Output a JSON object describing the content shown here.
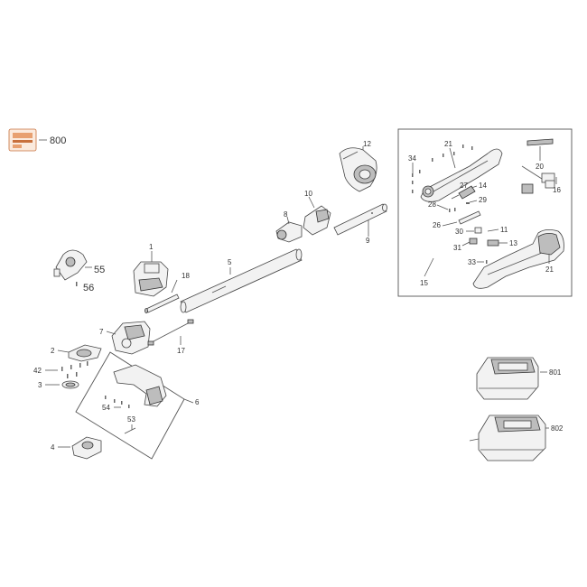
{
  "colors": {
    "line": "#555555",
    "part_fill": "#f2f2f2",
    "part_dark": "#bdbdbd",
    "accent_orange": "#e8a070",
    "accent_orange_dark": "#c8703c"
  },
  "labels": {
    "p800": "800",
    "p12": "12",
    "p21a": "21",
    "p20": "20",
    "p34": "34",
    "p14": "14",
    "p27": "27",
    "p29": "29",
    "p28": "28",
    "p16": "16",
    "p10": "10",
    "p8": "8",
    "p26": "26",
    "p9": "9",
    "p11": "11",
    "p30": "30",
    "p13": "13",
    "p31": "31",
    "p33": "33",
    "p21b": "21",
    "p15": "15",
    "p1": "1",
    "p55": "55",
    "p56": "56",
    "p5": "5",
    "p18": "18",
    "p7": "7",
    "p17": "17",
    "p2": "2",
    "p42": "42",
    "p3": "3",
    "p6": "6",
    "p54": "54",
    "p53": "53",
    "p4": "4",
    "p801": "801",
    "p802": "802"
  }
}
